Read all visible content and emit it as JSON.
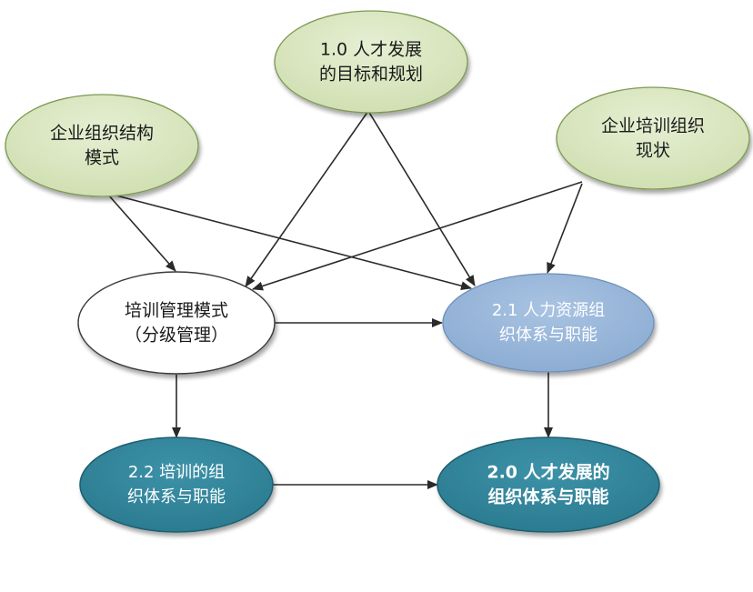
{
  "nodes": {
    "talent_plan": {
      "lines": [
        "1.0 人才发展",
        "的目标和规划"
      ],
      "color": "#d7e4bd"
    },
    "org_structure": {
      "lines": [
        "企业组织结构",
        "模式"
      ],
      "color": "#d7e4bd"
    },
    "training_status": {
      "lines": [
        "企业培训组织",
        "现状"
      ],
      "color": "#d7e4bd"
    },
    "training_mgmt": {
      "lines": [
        "培训管理模式",
        "（分级管理）"
      ],
      "color": "#ffffff"
    },
    "hr_org": {
      "lines": [
        "2.1 人力资源组",
        "织体系与职能"
      ],
      "color": "#95b3d7"
    },
    "training_org": {
      "lines": [
        "2.2 培训的组",
        "织体系与职能"
      ],
      "color": "#31859c"
    },
    "talent_org": {
      "lines": [
        "2.0 人才发展的",
        "组织体系与职能"
      ],
      "color": "#31859c"
    }
  }
}
